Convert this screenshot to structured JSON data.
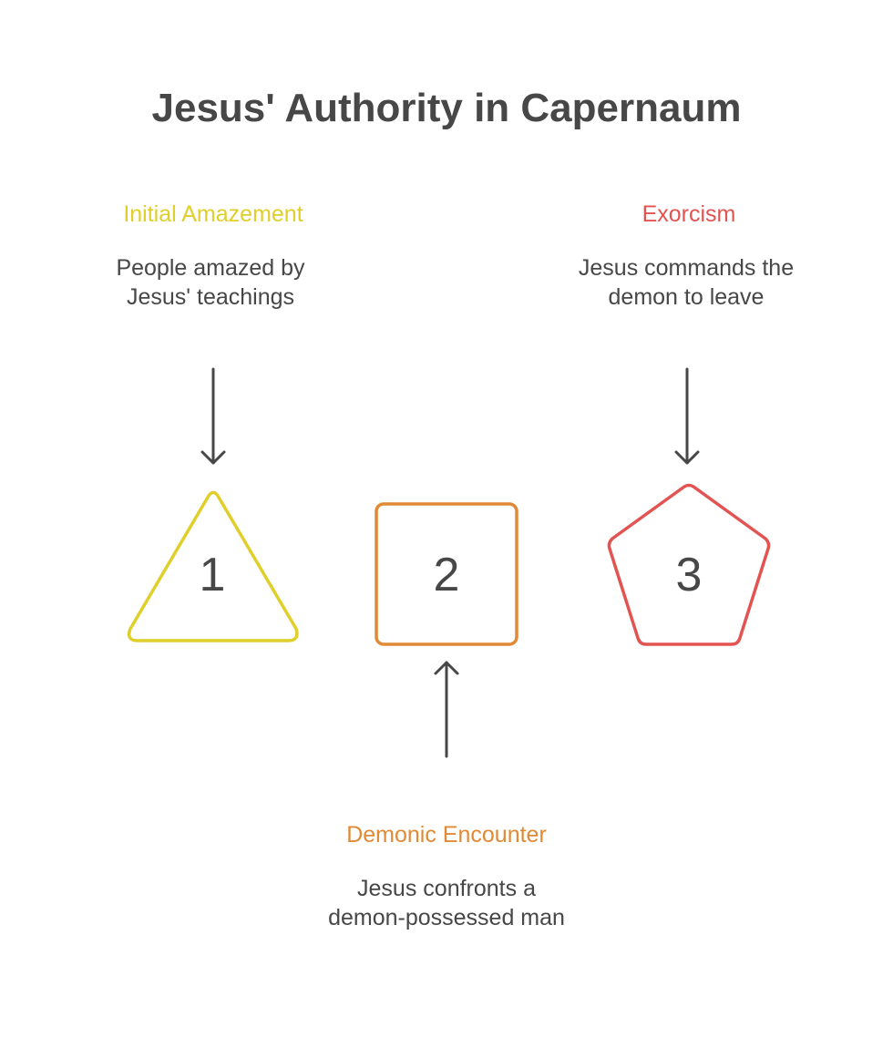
{
  "title": "Jesus' Authority in Capernaum",
  "colors": {
    "text": "#474747",
    "step1": "#e0cf2a",
    "step2": "#e08a36",
    "step3": "#e25452"
  },
  "steps": [
    {
      "number": "1",
      "shape": "triangle",
      "title": "Initial Amazement",
      "desc_lines": [
        "People amazed by",
        "Jesus' teachings"
      ]
    },
    {
      "number": "2",
      "shape": "square",
      "title": "Demonic Encounter",
      "desc_lines": [
        "Jesus confronts a",
        "demon-possessed man"
      ]
    },
    {
      "number": "3",
      "shape": "pentagon",
      "title": "Exorcism",
      "desc_lines": [
        "Jesus commands the",
        "demon to leave"
      ]
    }
  ]
}
